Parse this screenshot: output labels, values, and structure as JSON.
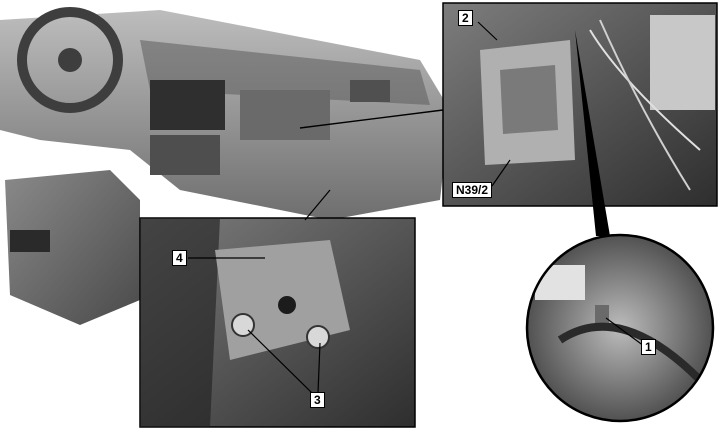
{
  "callouts": {
    "c1": "1",
    "c2": "2",
    "c3": "3",
    "c4": "4",
    "module": "N39/2"
  },
  "colors": {
    "photo_light": "#dcdcdc",
    "photo_mid": "#9a9a9a",
    "photo_dark": "#3a3a3a",
    "background": "#ffffff"
  }
}
